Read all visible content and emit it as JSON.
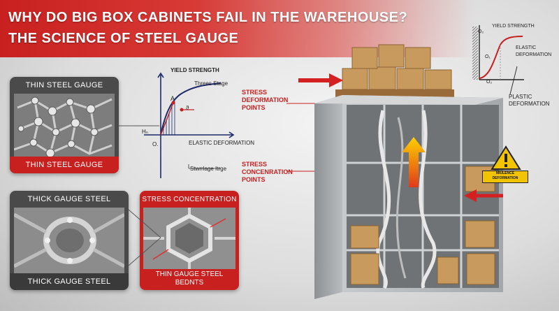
{
  "header": {
    "title_line1": "WHY DO BIG BOX CABINETS FAIL IN THE WAREHOUSE?",
    "title_line2": "THE SCIENCE OF STEEL GAUGE"
  },
  "panels": {
    "thin_top": "THIN STEEL GAUGE",
    "thin_bottom": "THIN STEEL GAUGE",
    "thick_top": "THICK GAUGE STEEL",
    "thick_bottom": "THICK GAUGE STEEL",
    "stress_top": "STRESS CONCENTRATION",
    "stress_bottom_line1": "THIN GAUGE STEEL",
    "stress_bottom_line2": "BEDNTS"
  },
  "graph_main": {
    "yield_label": "YIELD STRENGTH",
    "upper_stage": "Threes Stage",
    "elastic_label": "ELASTIC DEFORMATION",
    "lower_stage": "Stwrrlage Itrge",
    "point_a": "A",
    "point_b": "ϑ",
    "h_label": "Hₙ",
    "origin": "O."
  },
  "graph_small": {
    "yield_label": "YIELD STRENGTH",
    "elastic_label_1": "ELASTIC",
    "elastic_label_2": "DEFORMATION",
    "axis_top": "O₂",
    "axis_mid": "O₁",
    "axis_bottom": "O₂",
    "plastic_1": "PLASTIC",
    "plastic_2": "DEFORMATION"
  },
  "callouts": {
    "deform_1": "STRESS",
    "deform_2": "DEFORMATION",
    "deform_3": "POINTS",
    "concen_1": "STRESS",
    "concen_2": "CONCENRATION",
    "concen_3": "POINTS"
  },
  "warning": {
    "text_1": "MIULENCE",
    "text_2": "DEFORMATION"
  },
  "colors": {
    "accent_red": "#c8201f",
    "warning_yellow": "#f2c400",
    "steel_gray": "#a9adb0"
  }
}
